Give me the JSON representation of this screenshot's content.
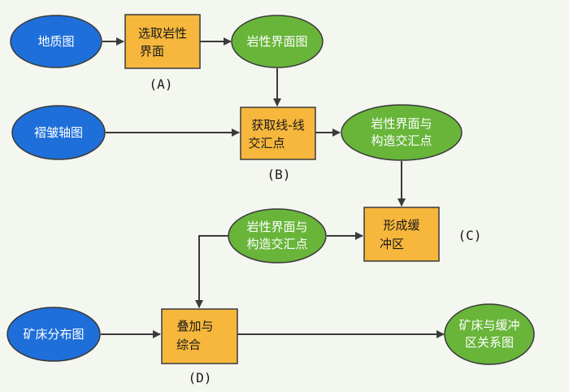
{
  "colors": {
    "blue_ellipse": "#1e6fd9",
    "green_ellipse": "#68b53a",
    "process_box": "#f6b73c",
    "connector": "#3a3a3a"
  },
  "nodes": {
    "geological_map": [
      "地质图"
    ],
    "select_lithology": [
      "选取岩性",
      "界面"
    ],
    "lithologic_interface_map": [
      "岩性界面图"
    ],
    "fold_axis_map": [
      "褶皱轴图"
    ],
    "get_intersection": [
      "获取线-线",
      "交汇点"
    ],
    "lithology_structure_points_1": [
      "岩性界面与",
      "构造交汇点"
    ],
    "buffer": [
      "形成缓",
      "冲区"
    ],
    "lithology_structure_points_2": [
      "岩性界面与",
      "构造交汇点"
    ],
    "deposit_distribution_map": [
      "矿床分布图"
    ],
    "overlay": [
      "叠加与",
      "综合"
    ],
    "deposit_buffer_map": [
      "矿床与缓冲",
      "区关系图"
    ]
  },
  "steps": {
    "a": "(A)",
    "b": "(B)",
    "c": "(C)",
    "d": "(D)"
  }
}
